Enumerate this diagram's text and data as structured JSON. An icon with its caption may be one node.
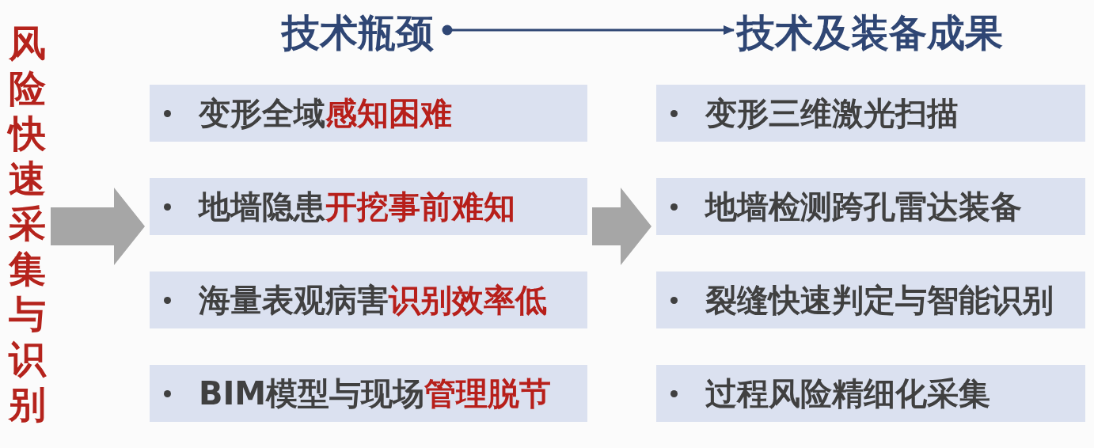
{
  "diagram": {
    "nodes": [
      {
        "text": [
          "风险快速采集与识别"
        ]
      },
      {
        "text": [
          "技术瓶颈"
        ]
      },
      {
        "text": [
          "技术及装备成果"
        ]
      },
      {
        "text": [
          "变形全域**感知困难**"
        ]
      },
      {
        "text": [
          "地墙隐患**开挖事前难知**"
        ]
      },
      {
        "text": [
          "海量表观病害**识别效率低**"
        ]
      },
      {
        "text": [
          "BIM模型与现场**管理脱节**"
        ]
      },
      {
        "text": [
          "变形三维激光扫描"
        ]
      },
      {
        "text": [
          "地墙检测跨孔雷达装备"
        ]
      },
      {
        "text": [
          "裂缝快速判定与智能识别"
        ]
      },
      {
        "text": [
          "过程风险精细化采集"
        ]
      }
    ],
    "edges": [
      {
        "from": 1,
        "to": 2,
        "arrow": "to",
        "color": "#2f4674"
      },
      {
        "from": 0,
        "to": 4,
        "arrow": "to"
      },
      {
        "from": 4,
        "to": 8,
        "arrow": "to"
      }
    ]
  }
}
